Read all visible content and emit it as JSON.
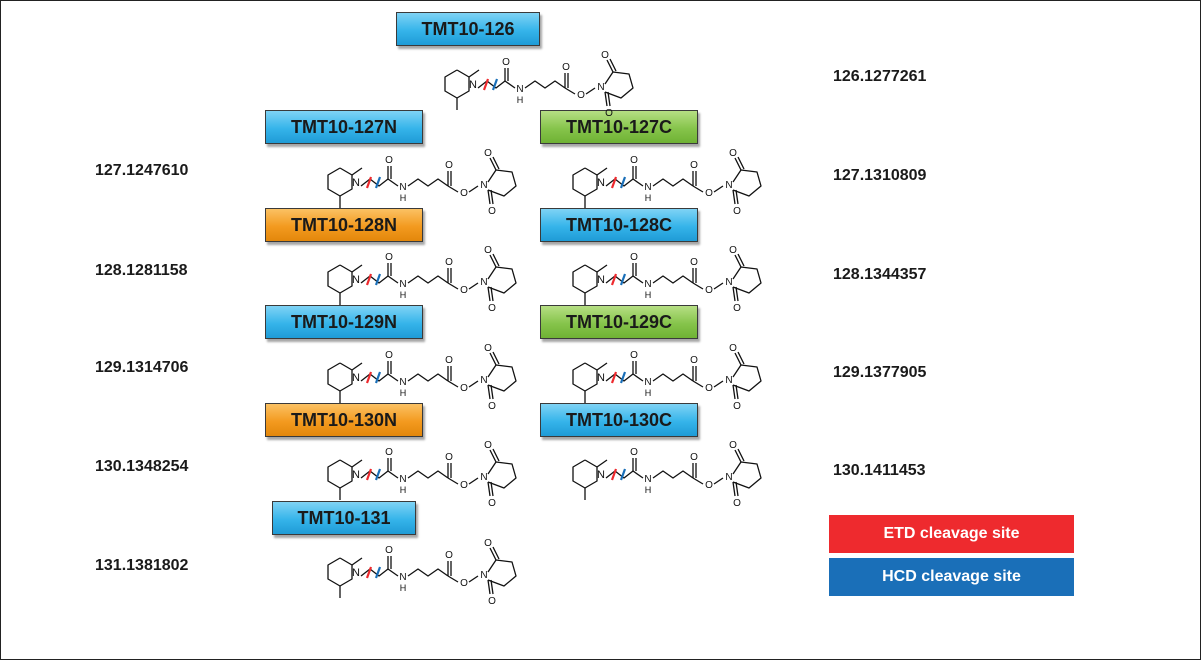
{
  "tags": [
    {
      "id": "126",
      "label": "TMT10-126",
      "mass": "126.1277261",
      "color": "blue"
    },
    {
      "id": "127n",
      "label": "TMT10-127N",
      "mass": "127.1247610",
      "color": "blue"
    },
    {
      "id": "127c",
      "label": "TMT10-127C",
      "mass": "127.1310809",
      "color": "green"
    },
    {
      "id": "128n",
      "label": "TMT10-128N",
      "mass": "128.1281158",
      "color": "orange"
    },
    {
      "id": "128c",
      "label": "TMT10-128C",
      "mass": "128.1344357",
      "color": "blue"
    },
    {
      "id": "129n",
      "label": "TMT10-129N",
      "mass": "129.1314706",
      "color": "blue"
    },
    {
      "id": "129c",
      "label": "TMT10-129C",
      "mass": "129.1377905",
      "color": "green"
    },
    {
      "id": "130n",
      "label": "TMT10-130N",
      "mass": "130.1348254",
      "color": "orange"
    },
    {
      "id": "130c",
      "label": "TMT10-130C",
      "mass": "130.1411453",
      "color": "blue"
    },
    {
      "id": "131",
      "label": "TMT10-131",
      "mass": "131.1381802",
      "color": "blue"
    }
  ],
  "structure_atoms": {
    "nitrogen": "N",
    "oxygen": "O",
    "amide_nh": "N",
    "amide_h": "H"
  },
  "legend": {
    "etd": {
      "label": "ETD cleavage site",
      "color": "#ee2a2e"
    },
    "hcd": {
      "label": "HCD cleavage site",
      "color": "#1a6fb8"
    }
  },
  "colors": {
    "blue_box": "#35b4ea",
    "green_box": "#86c44b",
    "orange_box": "#f39a1f",
    "etd_mark": "#ee2a2e",
    "hcd_mark": "#1a6fb8"
  }
}
